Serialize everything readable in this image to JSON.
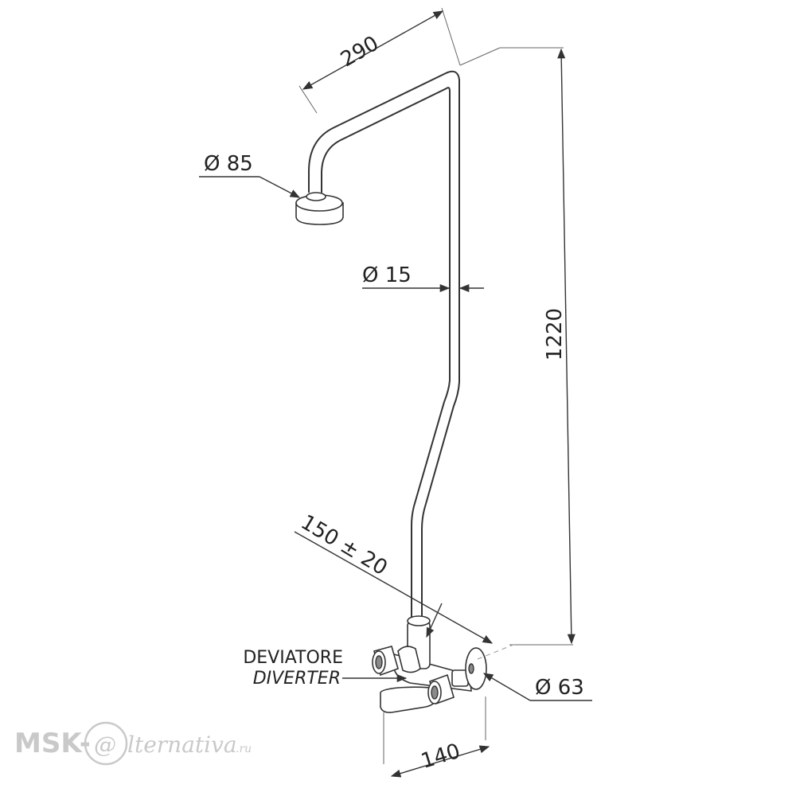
{
  "dimensions": {
    "arm_length": "290",
    "head_diameter": "Ø 85",
    "pipe_diameter": "Ø 15",
    "total_height": "1220",
    "center_distance": "150 ± 20",
    "flange_diameter": "Ø 63",
    "spout_width": "140"
  },
  "labels": {
    "diverter_it": "DEVIATORE",
    "diverter_en": "DIVERTER"
  },
  "watermark": {
    "prefix": "MSK-",
    "symbol": "@",
    "suffix": "lternativa",
    "domain": ".ru"
  },
  "colors": {
    "line": "#333333",
    "watermark": "#c9c9c9"
  }
}
